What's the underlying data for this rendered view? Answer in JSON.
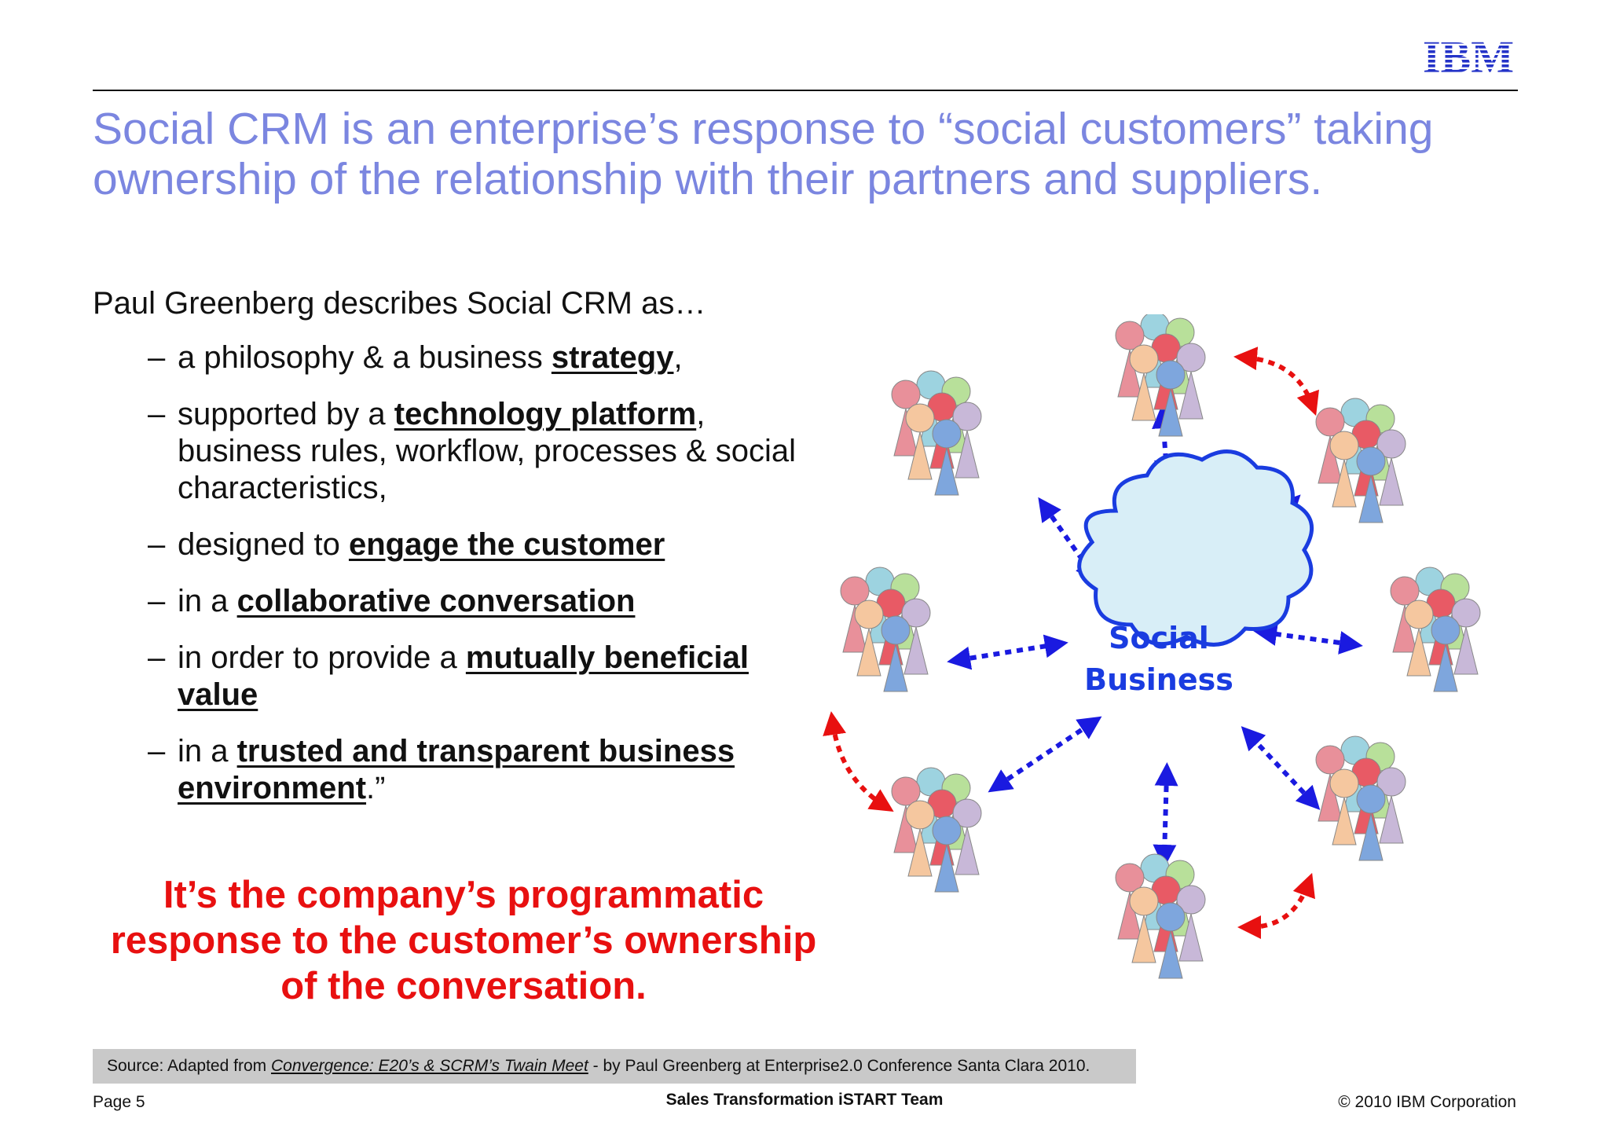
{
  "header": {
    "logo": "IBM",
    "title": "Social CRM is an enterprise’s response to “social customers” taking ownership of the relationship with their partners and suppliers."
  },
  "body": {
    "intro": "Paul Greenberg describes Social CRM as…",
    "bullets": [
      {
        "pre": "a philosophy & a business ",
        "kw": "strategy",
        "post": ","
      },
      {
        "pre": "supported by a ",
        "kw": "technology platform",
        "post": ", business rules, workflow, processes & social characteristics,"
      },
      {
        "pre": "designed to ",
        "kw": "engage the customer",
        "post": ""
      },
      {
        "pre": "in a ",
        "kw": "collaborative conversation",
        "post": ""
      },
      {
        "pre": "in order to provide a ",
        "kw": "mutually beneficial value",
        "post": ""
      },
      {
        "pre": "in a ",
        "kw": "trusted and transparent business environment",
        "post": ".”"
      }
    ],
    "tagline": "It’s the company’s programmatic response to the customer’s ownership of the conversation."
  },
  "diagram": {
    "center_line1": "Social",
    "center_line2": "Business",
    "figure_colors": [
      "#e8909a",
      "#f5c79f",
      "#9dd3e0",
      "#e85a65",
      "#7ea6dd",
      "#b8e09a",
      "#c8b8d8"
    ],
    "arrow_colors": {
      "hub": "#1a1ae0",
      "peer": "#e81010"
    },
    "cloud_fill": "#d8eef7",
    "cloud_stroke": "#1a3ce0"
  },
  "source": {
    "prefix": "Source: Adapted from ",
    "ref": "Convergence: E20’s & SCRM’s Twain Meet",
    "suffix": " - by Paul Greenberg at Enterprise2.0 Conference Santa Clara 2010."
  },
  "footer": {
    "page": "Page 5",
    "team": "Sales Transformation iSTART Team",
    "copyright": "© 2010 IBM Corporation"
  }
}
